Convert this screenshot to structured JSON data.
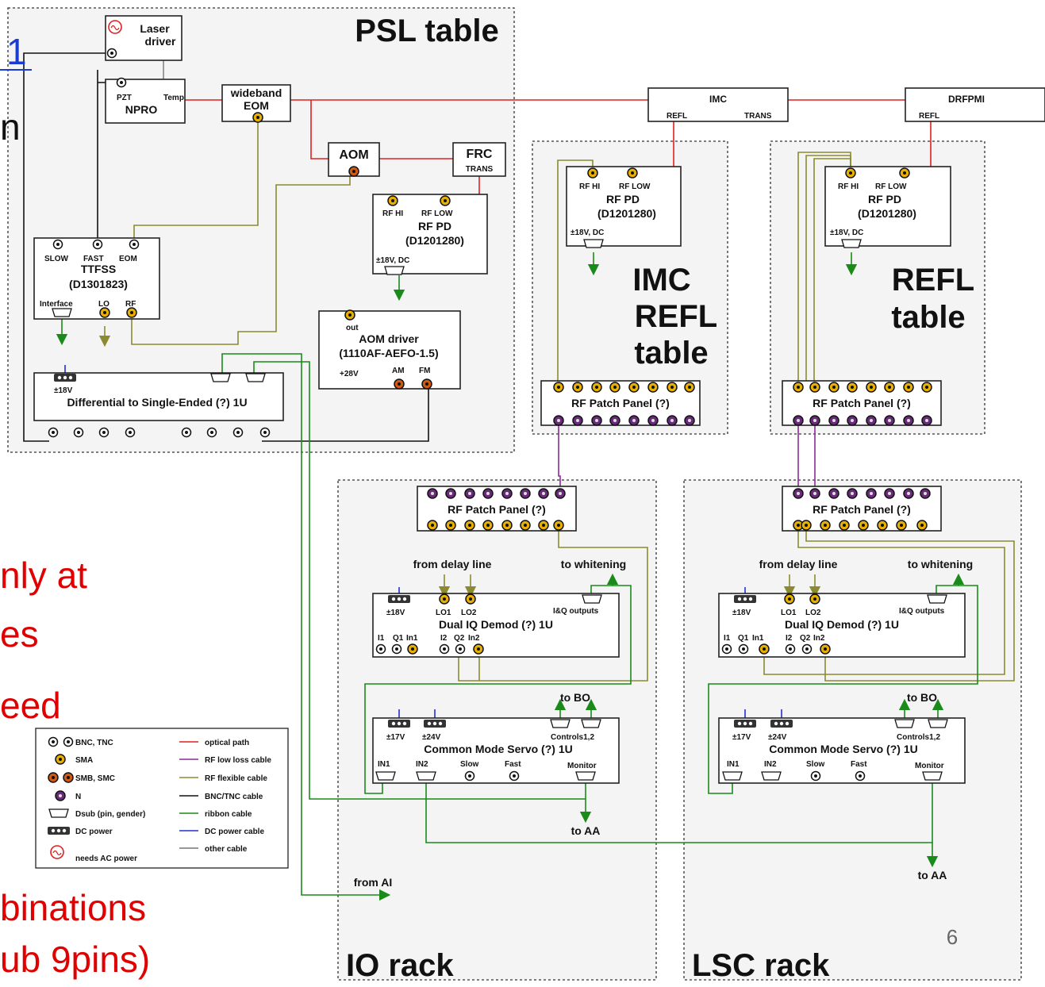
{
  "side_text": {
    "link_fragment": "1",
    "frag_n": "n",
    "frag_only_at": "nly at",
    "frag_es": "es",
    "frag_eed": "eed",
    "frag_binations": "binations",
    "frag_ub9pins": "ub 9pins)"
  },
  "page_number": "6",
  "regions": {
    "psl": "PSL table",
    "imc_refl_1": "IMC",
    "imc_refl_2": "REFL",
    "imc_refl_3": "table",
    "refl_1": "REFL",
    "refl_2": "table",
    "io": "IO rack",
    "lsc": "LSC rack"
  },
  "boxes": {
    "laser_driver_1": "Laser",
    "laser_driver_2": "driver",
    "npro": "NPRO",
    "npro_pzt": "PZT",
    "npro_temp": "Temp",
    "eom_1": "wideband",
    "eom_2": "EOM",
    "aom": "AOM",
    "frc": "FRC",
    "frc_trans": "TRANS",
    "imc": "IMC",
    "imc_refl": "REFL",
    "imc_trans": "TRANS",
    "drfpmi": "DRFPMI",
    "drfpmi_refl": "REFL",
    "rfpd_hi": "RF HI",
    "rfpd_low": "RF LOW",
    "rfpd_1": "RF PD",
    "rfpd_2": "(D1201280)",
    "rfpd_power": "±18V, DC",
    "ttfss_slow": "SLOW",
    "ttfss_fast": "FAST",
    "ttfss_eom": "EOM",
    "ttfss_1": "TTFSS",
    "ttfss_2": "(D1301823)",
    "ttfss_interface": "Interface",
    "ttfss_lo": "LO",
    "ttfss_rf": "RF",
    "aomd_out": "out",
    "aomd_1": "AOM driver",
    "aomd_2": "(1110AF-AEFO-1.5)",
    "aomd_28v": "+28V",
    "aomd_am": "AM",
    "aomd_fm": "FM",
    "diff_18v": "±18V",
    "diff": "Differential to Single-Ended (?) 1U",
    "patch": "RF Patch Panel (?)",
    "from_delay": "from delay line",
    "to_whitening": "to whitening",
    "iq_18v": "±18V",
    "iq_lo1": "LO1",
    "iq_lo2": "LO2",
    "iq_outputs": "I&Q outputs",
    "iq": "Dual IQ Demod (?) 1U",
    "iq_i1": "I1",
    "iq_q1": "Q1",
    "iq_in1": "In1",
    "iq_i2": "I2",
    "iq_q2": "Q2",
    "iq_in2": "In2",
    "to_bo": "to BO",
    "cms_17v": "±17V",
    "cms_24v": "±24V",
    "cms_controls": "Controls1,2",
    "cms": "Common Mode Servo (?) 1U",
    "cms_in1": "IN1",
    "cms_in2": "IN2",
    "cms_slow": "Slow",
    "cms_fast": "Fast",
    "cms_monitor": "Monitor",
    "to_aa": "to AA",
    "from_ai": "from AI"
  },
  "legend": {
    "bnc": "BNC, TNC",
    "sma": "SMA",
    "smb": "SMB, SMC",
    "n": "N",
    "dsub": "Dsub (pin, gender)",
    "dc": "DC power",
    "ac": "needs AC power",
    "optical": "optical path",
    "lowloss": "RF low loss cable",
    "flex": "RF flexible cable",
    "bnccable": "BNC/TNC cable",
    "ribbon": "ribbon cable",
    "dccable": "DC power cable",
    "other": "other cable"
  },
  "colors": {
    "optical": "#e02020",
    "lowloss": "#8a2a9a",
    "flex": "#8c8a30",
    "bnc": "#111111",
    "ribbon": "#1a8a1a",
    "dc": "#2030d0",
    "other": "#777777"
  }
}
